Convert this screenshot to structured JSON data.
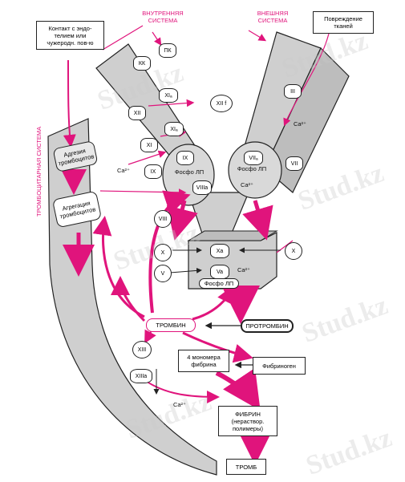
{
  "labels": {
    "internal_system": "ВНУТРЕННЯЯ\nСИСТЕМА",
    "external_system": "ВНЕШНЯЯ\nСИСТЕМА",
    "platelet_system": "ТРОМБОЦИТАРНАЯ СИСТЕМА",
    "contact": "Контакт с эндо-\nтелием или\nчужеродн. пов-ю",
    "tissue_damage": "Повреждение\nтканей",
    "adhesion": "Адгезия\nтромбоцитов",
    "aggregation": "Агрегация\nтромбоцитов",
    "thrombin": "ТРОМБИН",
    "prothrombin": "ПРОТРОМБИН",
    "monomers": "4 мономера\nфибрина",
    "fibrinogen": "Фибриноген",
    "fibrin": "ФИБРИН\n(нераствор.\nполимеры)",
    "thrombus": "ТРОМБ",
    "phospho_lp": "Фосфо ЛП",
    "ca": "Ca²⁺"
  },
  "factors": {
    "pk": "ПК",
    "kk": "КК",
    "xii": "XII",
    "xiia": "XIIₐ",
    "xiif": "XII f",
    "xi": "XI",
    "xia": "XIₐ",
    "ix": "IX",
    "ixa": "IX",
    "viiia": "VIIIa",
    "viii": "VIII",
    "iii": "III",
    "vii": "VII",
    "viia": "VIIₐ",
    "x": "X",
    "v": "V",
    "xa": "Xa",
    "va": "Va",
    "xiii": "XIII",
    "xiiia": "XIIIa"
  },
  "watermark": "Stud.kz",
  "colors": {
    "accent": "#e0147c",
    "trunk": "#cfcfcf",
    "outline": "#222222"
  }
}
